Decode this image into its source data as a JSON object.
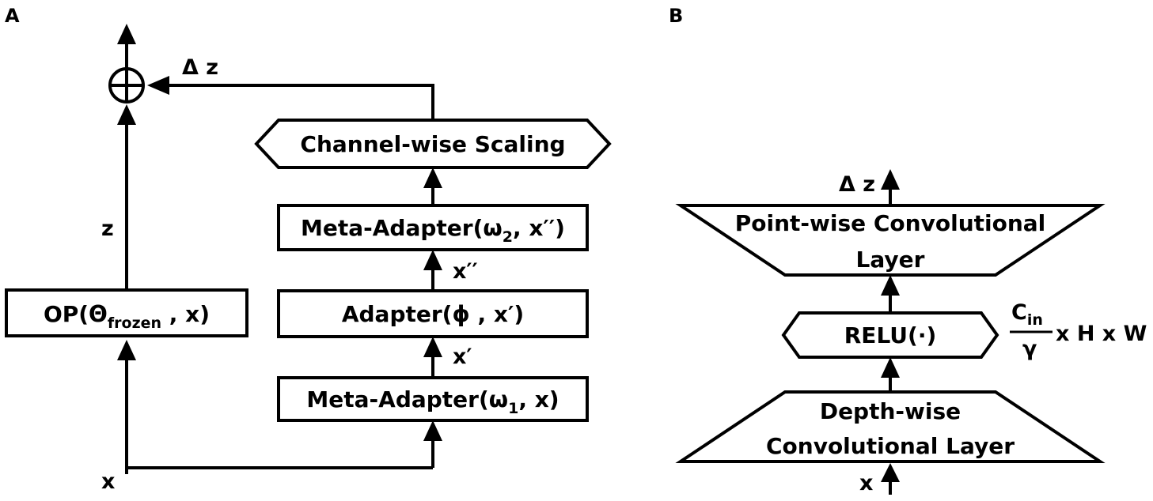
{
  "panels": {
    "a": "A",
    "b": "B"
  },
  "panel_a": {
    "op_box": {
      "main": "OP(Θ",
      "sub": "frozen",
      "tail": " , x)"
    },
    "meta_adapter_1": {
      "main": "Meta-Adapter(ω",
      "sub": "1",
      "tail": ", x)"
    },
    "adapter": "Adapter(ϕ , x′)",
    "meta_adapter_2": {
      "main": "Meta-Adapter(ω",
      "sub": "2",
      "tail": ", x′′)"
    },
    "channel_scaling": "Channel-wise Scaling",
    "labels": {
      "x": "x",
      "z": "z",
      "x_prime": "x′",
      "x_double_prime": "x′′",
      "delta_z": "Δ z"
    }
  },
  "panel_b": {
    "pointwise": {
      "line1": "Point-wise Convolutional",
      "line2": "Layer"
    },
    "relu": "RELU(·)",
    "depthwise": {
      "line1": "Depth-wise",
      "line2": "Convolutional Layer"
    },
    "labels": {
      "delta_z": "Δ z",
      "x": "x",
      "dims_numerator_main": "C",
      "dims_numerator_sub": "in",
      "dims_denominator": "γ",
      "dims_tail": "x H x W"
    }
  }
}
